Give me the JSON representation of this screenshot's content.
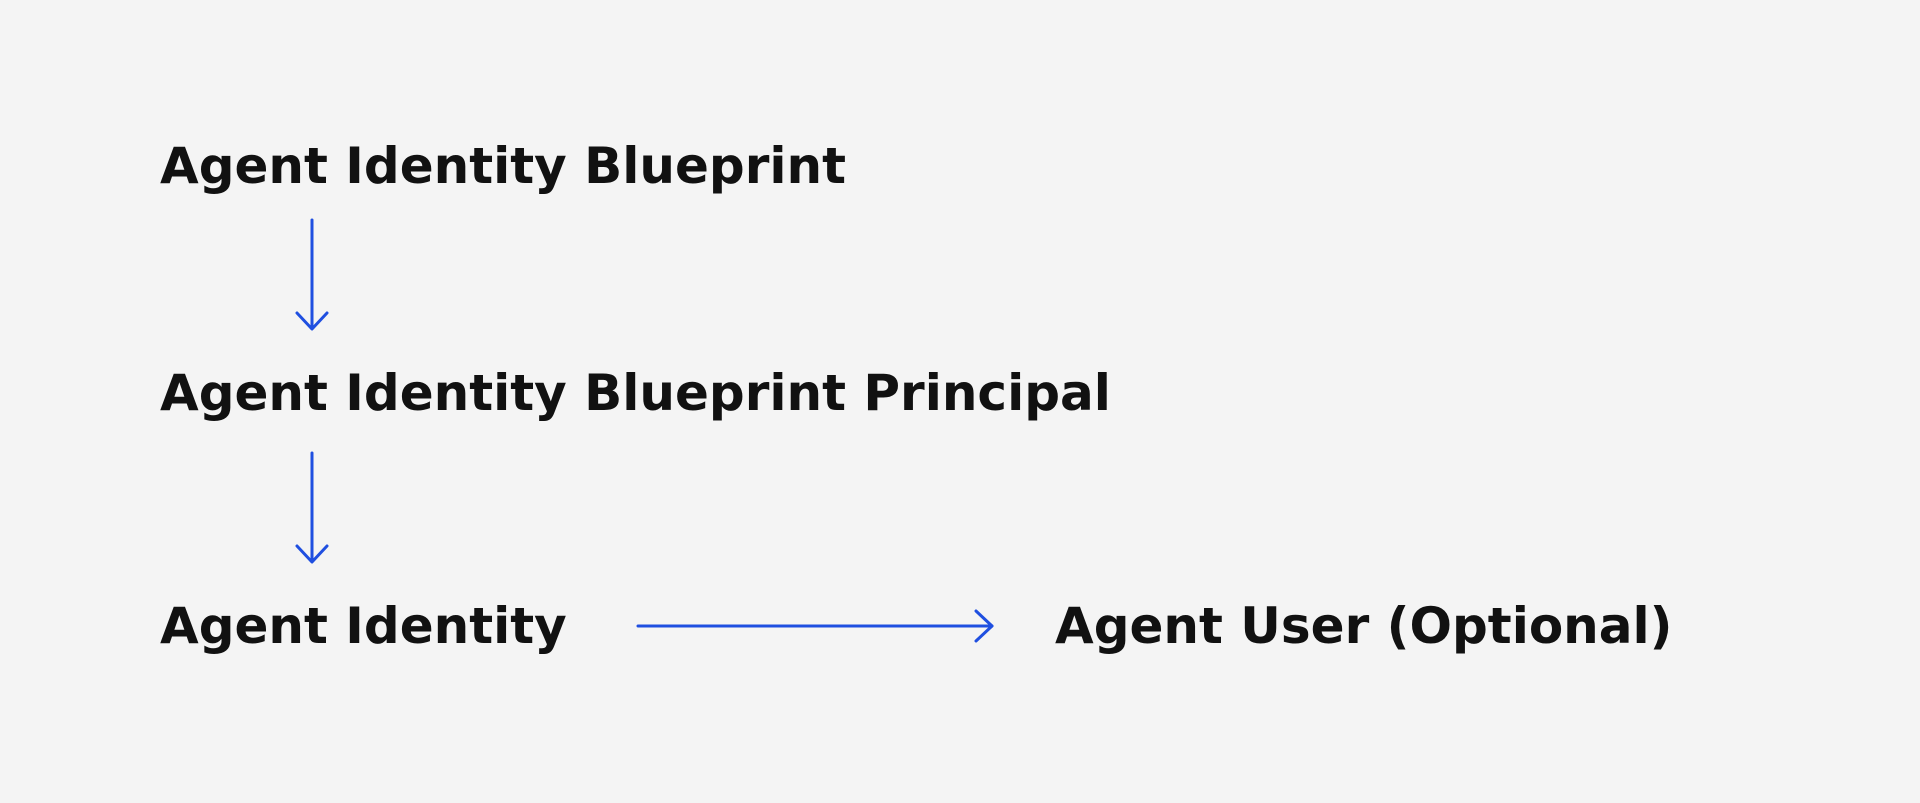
{
  "diagram": {
    "nodes": [
      {
        "id": "blueprint",
        "label": "Agent Identity Blueprint"
      },
      {
        "id": "blueprint-principal",
        "label": "Agent Identity Blueprint Principal"
      },
      {
        "id": "identity",
        "label": "Agent Identity"
      },
      {
        "id": "user",
        "label": "Agent User (Optional)"
      }
    ],
    "edges": [
      {
        "from": "blueprint",
        "to": "blueprint-principal"
      },
      {
        "from": "blueprint-principal",
        "to": "identity"
      },
      {
        "from": "identity",
        "to": "user"
      }
    ]
  },
  "colors": {
    "background": "#f4f4f4",
    "text": "#111111",
    "arrow": "#1f4fe0"
  }
}
